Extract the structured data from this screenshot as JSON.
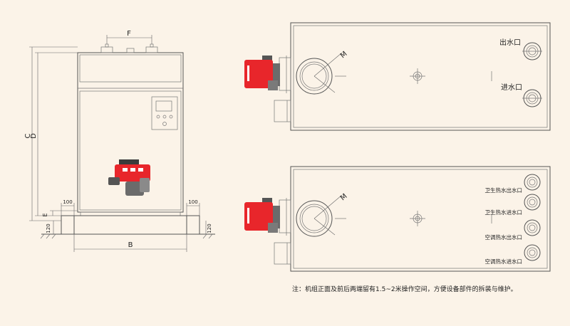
{
  "front_view": {
    "dim_f": "F",
    "dim_c": "C",
    "dim_d": "D",
    "dim_e": "E",
    "dim_b": "B",
    "dim_100_left": "100",
    "dim_100_right": "100",
    "dim_120_left": "120",
    "dim_120_right": "120"
  },
  "top_view_1": {
    "dim_m": "M",
    "outlet_label": "出水口",
    "inlet_label": "进水口"
  },
  "top_view_2": {
    "dim_m": "M",
    "ports": [
      "卫生热水出水口",
      "卫生热水进水口",
      "空调热水出水口",
      "空调热水进水口"
    ]
  },
  "note": "注：机组正面及前后两端留有1.5~2米操作空间，方便设备部件的拆装与维护。",
  "colors": {
    "background": "#fbf3e8",
    "burner_red": "#e8262b",
    "burner_gray": "#6b6b6b"
  }
}
